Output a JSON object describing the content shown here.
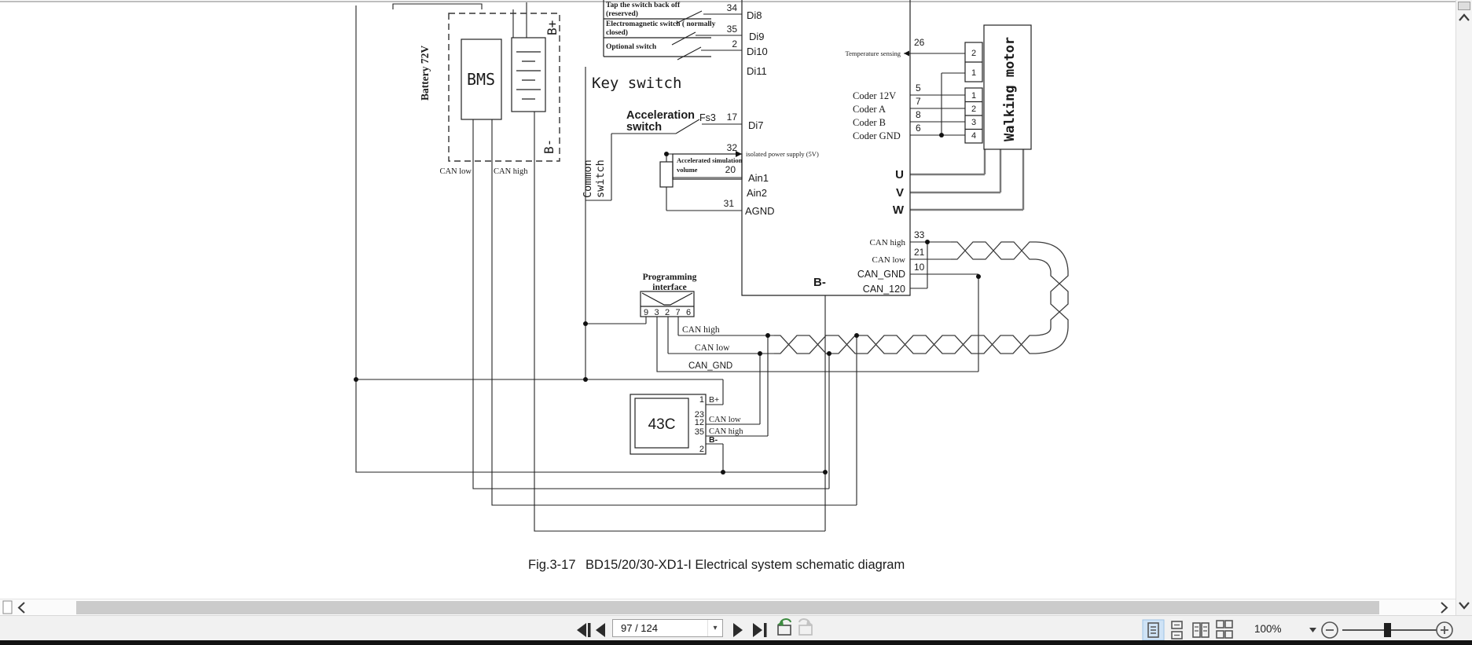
{
  "diagram": {
    "battery": {
      "label": "Battery 72V",
      "bms": "BMS",
      "b_plus": "B+",
      "b_minus": "B-",
      "can_low": "CAN low",
      "can_high": "CAN high"
    },
    "switch_bank": {
      "row1_line1": "Tap the switch back off",
      "row1_line2": "(reserved)",
      "row2_line1": "Electromagnetic switch ( normally",
      "row2_line2": "closed)",
      "row3": "Optional switch",
      "pin_34": "34",
      "pin_35": "35",
      "pin_2": "2"
    },
    "key_switch_label": "Key switch",
    "common_switch_line1": "Common",
    "common_switch_line2": "switch",
    "acceleration_line1": "Acceleration",
    "acceleration_line2": "switch",
    "fs3": "Fs3",
    "pin_17": "17",
    "pin_32": "32",
    "pin_20": "20",
    "pin_31": "31",
    "isolated_supply": "isolated power supply (5V)",
    "accel_volume_line1": "Accelerated simulation",
    "accel_volume_line2": "volume",
    "controller": {
      "di8": "Di8",
      "di9": "Di9",
      "di10": "Di10",
      "di11": "Di11",
      "di7": "Di7",
      "ain1": "Ain1",
      "ain2": "Ain2",
      "agnd": "AGND",
      "b_minus": "B-",
      "u": "U",
      "v": "V",
      "w": "W",
      "can_high": "CAN high",
      "can_low": "CAN low",
      "can_gnd": "CAN_GND",
      "can_120": "CAN_120",
      "pin_33": "33",
      "pin_21": "21",
      "pin_10": "10",
      "temp_label": "Temperature sensing",
      "pin_26": "26",
      "coder_12v": "Coder 12V",
      "coder_a": "Coder A",
      "coder_b": "Coder B",
      "coder_gnd": "Coder GND",
      "pin_5": "5",
      "pin_7": "7",
      "pin_8": "8",
      "pin_6": "6"
    },
    "motor": {
      "label": "Walking motor",
      "pin_u2": "2",
      "pin_u1": "1",
      "pin_l1": "1",
      "pin_l2": "2",
      "pin_l3": "3",
      "pin_l4": "4"
    },
    "programming": {
      "line1": "Programming",
      "line2": "interface",
      "p9": "9",
      "p3": "3",
      "p2": "2",
      "p7": "7",
      "p6": "6"
    },
    "bus": {
      "can_high": "CAN high",
      "can_low": "CAN low",
      "can_gnd": "CAN_GND"
    },
    "unit43c": {
      "label": "43C",
      "pin_1": "1",
      "pin_23": "23",
      "pin_12": "12",
      "pin_35": "35",
      "pin_2": "2",
      "b_plus": "B+",
      "can_low": "CAN low",
      "can_high": "CAN high",
      "b_minus": "B-"
    },
    "caption_fig": "Fig.3-17",
    "caption_title": "BD15/20/30-XD1-I Electrical system schematic diagram"
  },
  "toolbar": {
    "page_value": "97 / 124",
    "zoom_value": "100%"
  }
}
